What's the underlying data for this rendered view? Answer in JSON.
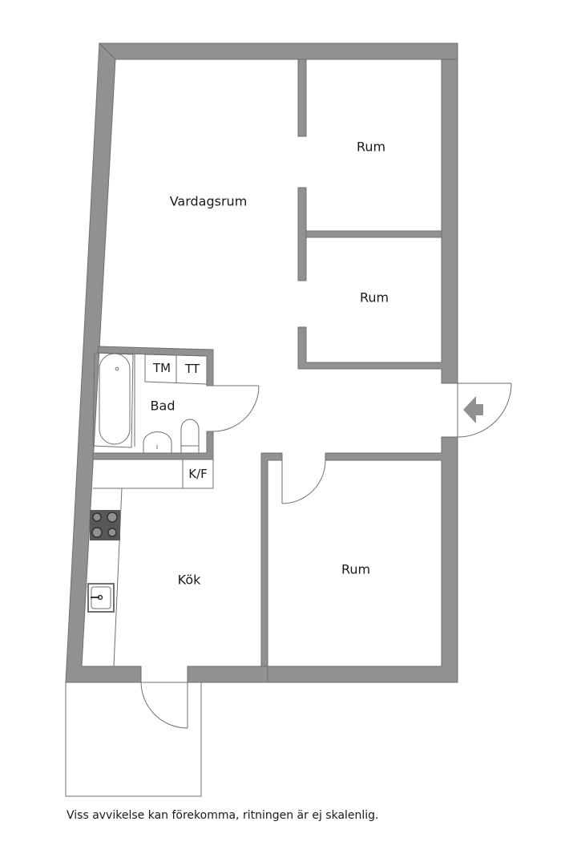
{
  "floorplan": {
    "wall_color": "#8f9192",
    "line_color": "#6e7070",
    "rooms": {
      "vardagsrum": "Vardagsrum",
      "rum_top": "Rum",
      "rum_middle": "Rum",
      "rum_bottom": "Rum",
      "bad": "Bad",
      "kok": "Kök"
    },
    "fixtures": {
      "tm": "TM",
      "tt": "TT",
      "kf": "K/F"
    },
    "icons": {
      "entrance": "entrance-arrow-icon",
      "stove": "stove-icon",
      "sink": "kitchen-sink-icon",
      "bathtub": "bathtub-icon",
      "washbasin": "washbasin-icon",
      "toilet": "toilet-icon"
    }
  },
  "footer": {
    "disclaimer": "Viss avvikelse kan förekomma, ritningen är ej skalenlig."
  }
}
